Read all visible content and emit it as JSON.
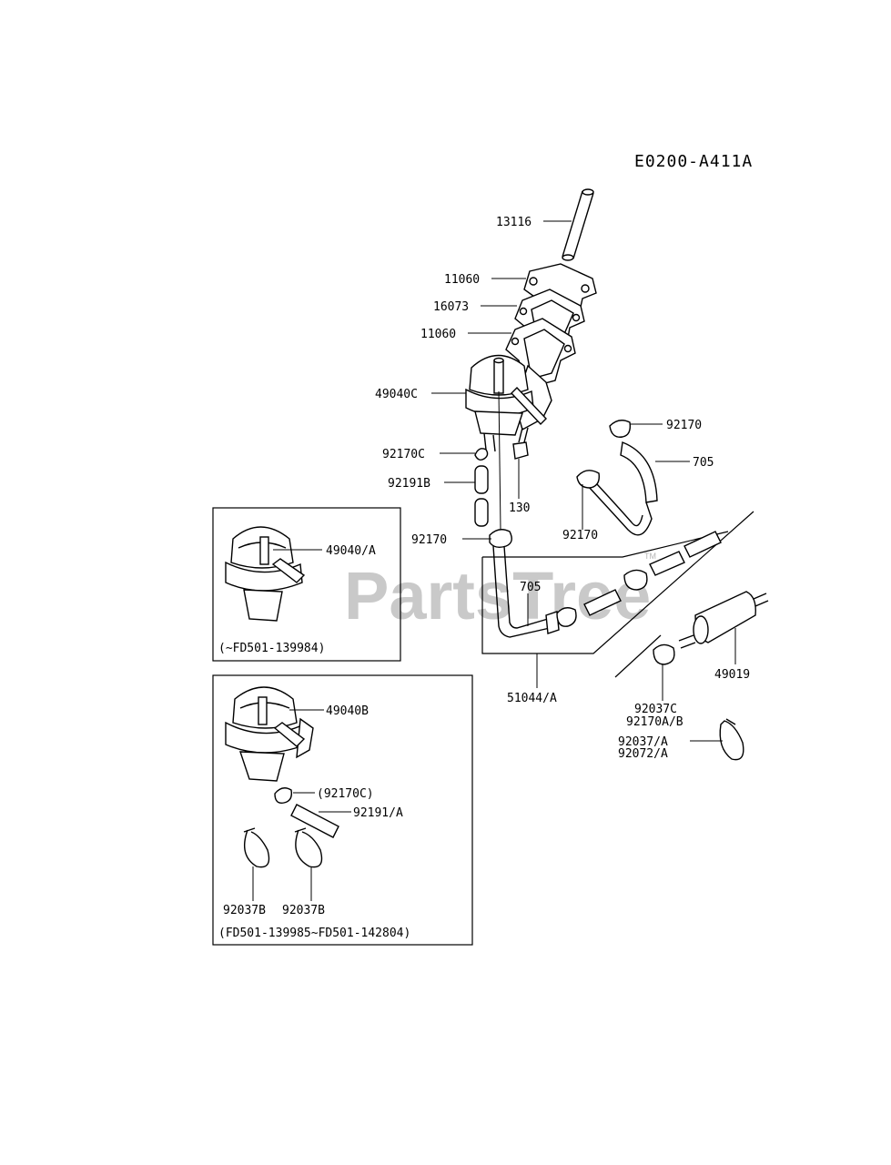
{
  "diagram_code": "E0200-A411A",
  "watermark": "PartsTree",
  "watermark_tm": "TM",
  "callouts": {
    "c13116": "13116",
    "c11060_top": "11060",
    "c16073": "16073",
    "c11060_bottom": "11060",
    "c49040C": "49040C",
    "c92170C": "92170C",
    "c92191B": "92191B",
    "c130": "130",
    "c92170_top": "92170",
    "c705_right": "705",
    "c92170_mid": "92170",
    "c92170_left": "92170",
    "c705_inner": "705",
    "c51044A": "51044/A",
    "c49019": "49019",
    "c92037C": "92037C",
    "c92170AB": "92170A/B",
    "c92037A": "92037/A",
    "c92072A": "92072/A"
  },
  "inset_a": {
    "label_49040A": "49040/A",
    "serial": "(~FD501-139984)"
  },
  "inset_b": {
    "label_49040B": "49040B",
    "label_92170C": "(92170C)",
    "label_92191A": "92191/A",
    "label_92037B_left": "92037B",
    "label_92037B_right": "92037B",
    "serial": "(FD501-139985~FD501-142804)"
  }
}
